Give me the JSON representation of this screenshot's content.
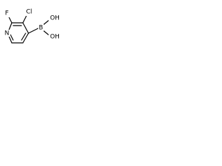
{
  "molecule": {
    "atoms": {
      "fluorine": "F",
      "chlorine": "Cl",
      "nitrogen": "N",
      "boron": "B",
      "hydroxyl_top": "OH",
      "hydroxyl_bottom": "OH"
    },
    "colors": {
      "bond": "#000000",
      "text": "#000000",
      "background": "#ffffff"
    }
  }
}
